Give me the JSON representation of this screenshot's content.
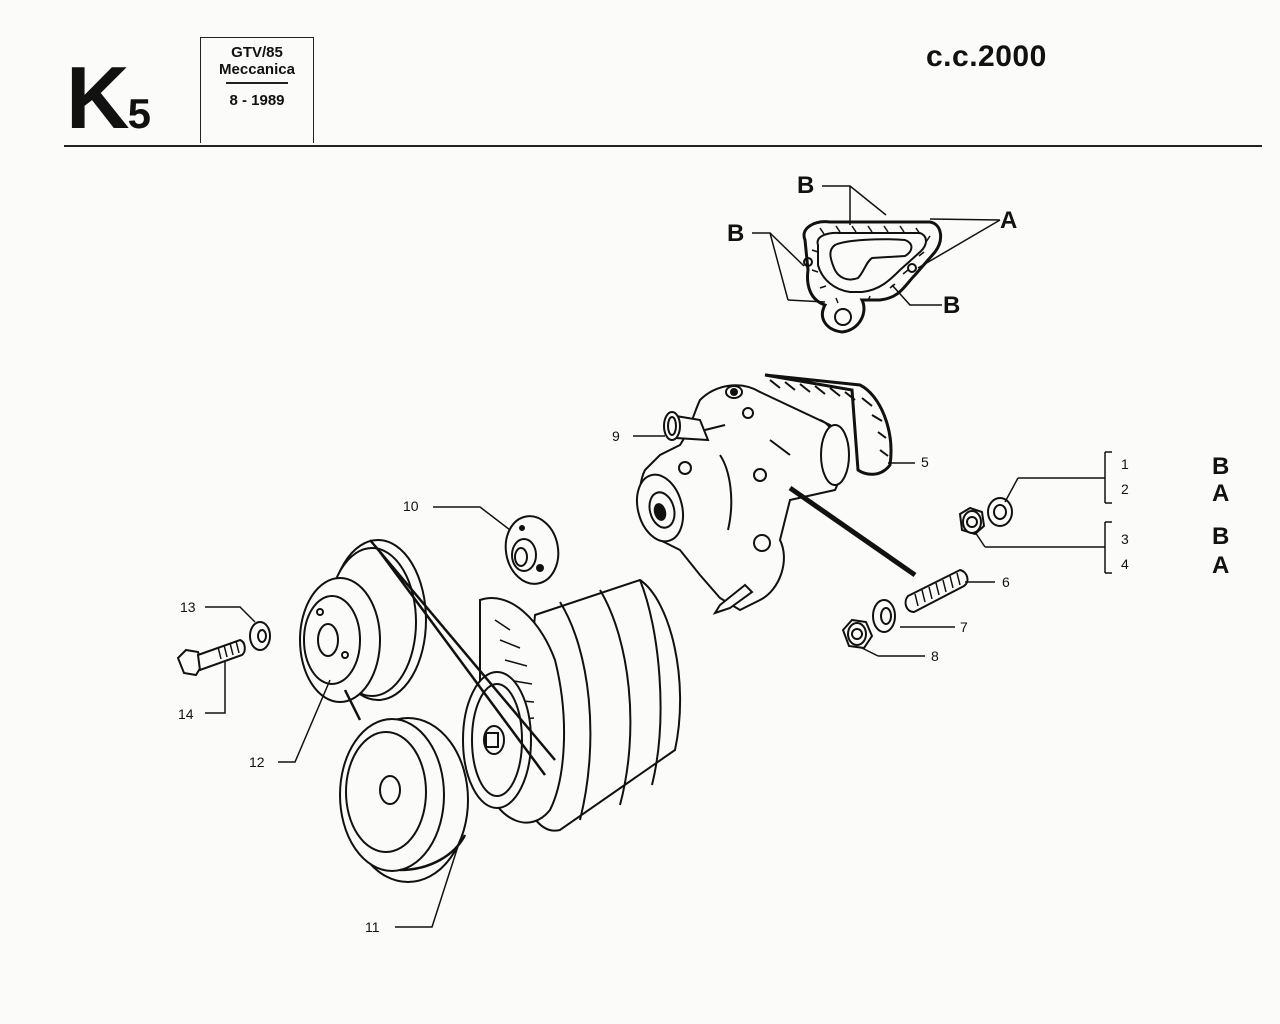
{
  "header": {
    "section_letter": "K",
    "section_number": "5",
    "model": "GTV/85",
    "category": "Meccanica",
    "date": "8 - 1989",
    "displacement": "c.c.2000"
  },
  "callouts": {
    "c1": "1",
    "c2": "2",
    "c3": "3",
    "c4": "4",
    "c5": "5",
    "c6": "6",
    "c7": "7",
    "c8": "8",
    "c9": "9",
    "c10": "10",
    "c11": "11",
    "c12": "12",
    "c13": "13",
    "c14": "14"
  },
  "gasket_labels": {
    "b_top": "B",
    "b_left": "B",
    "a_right": "A",
    "b_bottom": "B"
  },
  "variants": {
    "v1": "B",
    "v2": "A",
    "v3": "B",
    "v4": "A"
  }
}
